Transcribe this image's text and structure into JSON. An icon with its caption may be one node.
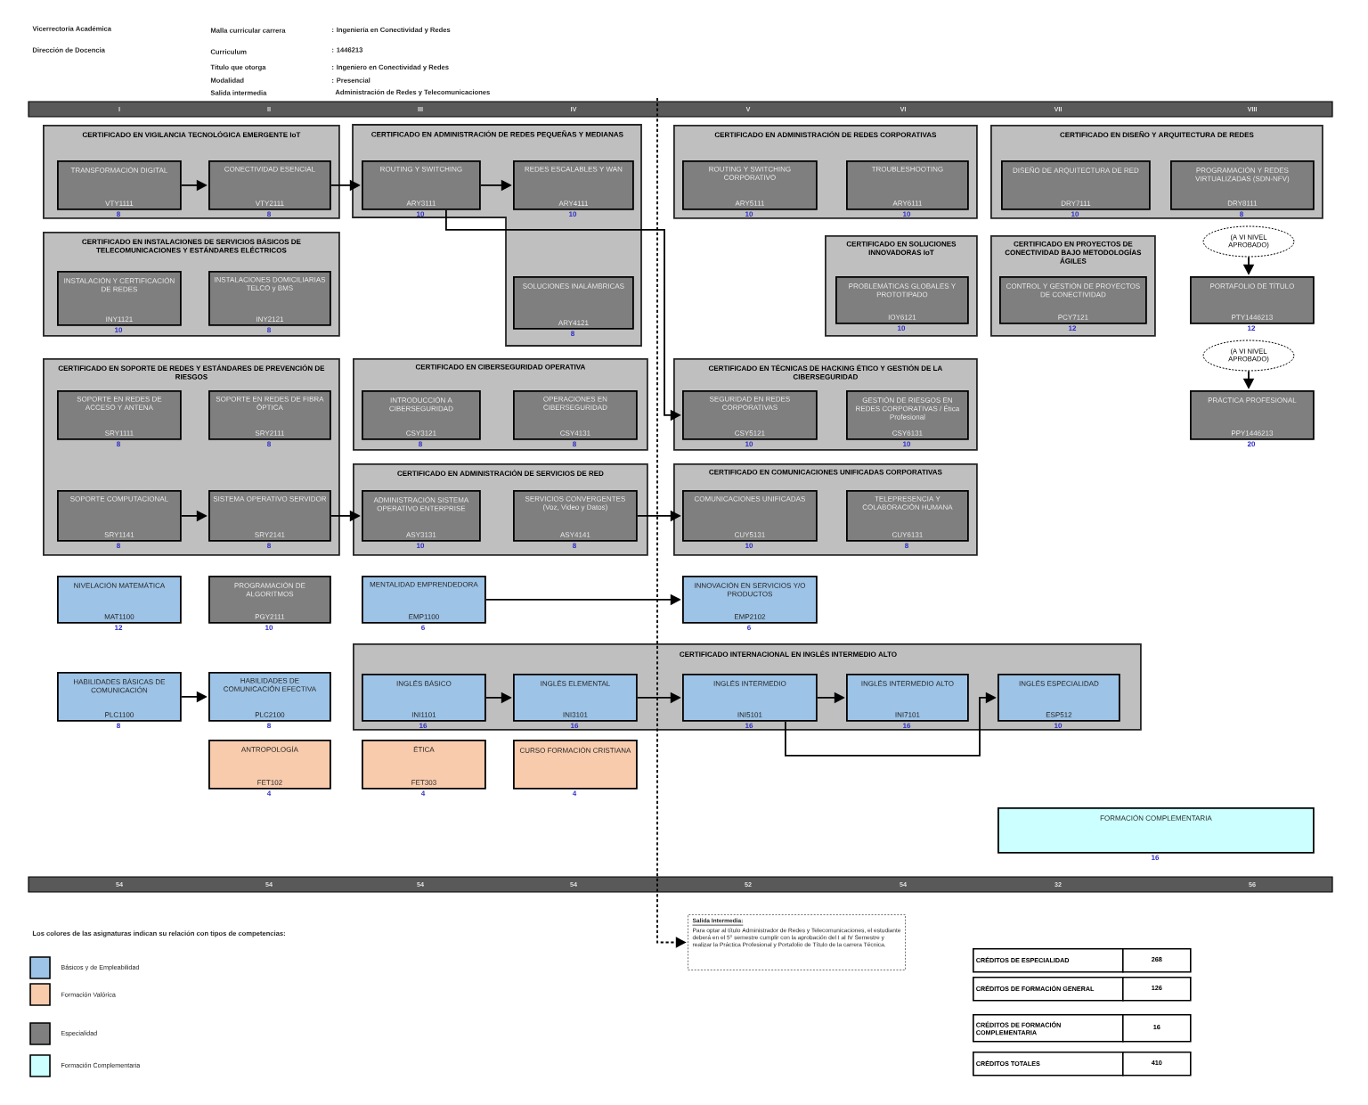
{
  "diagram": {
    "nodes": [
      {
        "text": [
          "CERTIFICADO EN VIGILANCIA TECNOLÓGICA EMERGENTE IoT"
        ]
      },
      {
        "text": [
          "TRANSFORMACIÓN DIGITAL",
          "VTY1111"
        ],
        "beside": [
          "8"
        ],
        "in": 0
      },
      {
        "text": [
          "CONECTIVIDAD ESENCIAL",
          "VTY2111"
        ],
        "beside": [
          "8"
        ],
        "in": 0
      },
      {
        "text": [
          "CERTIFICADO EN ADMINISTRACIÓN DE REDES PEQUEÑAS Y MEDIANAS"
        ]
      },
      {
        "text": [
          "ROUTING Y SWITCHING",
          "ARY3111"
        ],
        "beside": [
          "10"
        ],
        "in": 3
      },
      {
        "text": [
          "REDES ESCALABLES Y WAN",
          "ARY4111"
        ],
        "beside": [
          "10"
        ],
        "in": 3
      },
      {
        "text": [
          "CERTIFICADO EN ADMINISTRACIÓN DE REDES CORPORATIVAS"
        ]
      },
      {
        "text": [
          "ROUTING Y SWITCHING CORPORATIVO",
          "ARY5111"
        ],
        "beside": [
          "10"
        ],
        "in": 6
      },
      {
        "text": [
          "TROUBLESHOOTING",
          "ARY6111"
        ],
        "beside": [
          "10"
        ],
        "in": 6
      },
      {
        "text": [
          "CERTIFICADO EN DISEÑO Y ARQUITECTURA DE REDES"
        ]
      },
      {
        "text": [
          "DISEÑO DE ARQUITECTURA DE RED",
          "DRY7111"
        ],
        "beside": [
          "10"
        ],
        "in": 9
      },
      {
        "text": [
          "PROGRAMACIÓN Y REDES VIRTUALIZADAS (SDN-NFV)",
          "DRY8111"
        ],
        "beside": [
          "8"
        ],
        "in": 9
      },
      {
        "text": [
          "CERTIFICADO EN INSTALACIONES DE SERVICIOS BÁSICOS DE TELECOMUNICACIONES Y ESTÁNDARES ELÉCTRICOS"
        ]
      },
      {
        "text": [
          "INSTALACIÓN Y CERTIFICACIÓN DE REDES",
          "INY1121"
        ],
        "beside": [
          "10"
        ],
        "in": 12
      },
      {
        "text": [
          "INSTALACIONES DOMICILIARIAS TELCO y BMS",
          "INY2121"
        ],
        "beside": [
          "8"
        ],
        "in": 12
      },
      {
        "text": [
          "SOLUCIONES INALÁMBRICAS",
          "ARY4121"
        ],
        "beside": [
          "8"
        ],
        "in": 3
      },
      {
        "text": [
          "CERTIFICADO EN SOLUCIONES INNOVADORAS IoT"
        ]
      },
      {
        "text": [
          "PROBLEMÁTICAS GLOBALES Y PROTOTIPADO",
          "IOY6121"
        ],
        "beside": [
          "10"
        ],
        "in": 16
      },
      {
        "text": [
          "CERTIFICADO EN PROYECTOS DE CONECTIVIDAD BAJO METODOLOGÍAS ÁGILES"
        ]
      },
      {
        "text": [
          "CONTROL Y GESTIÓN DE PROYECTOS DE CONECTIVIDAD",
          "PCY7121"
        ],
        "beside": [
          "12"
        ],
        "in": 18
      },
      {
        "text": [
          "(A VI NIVEL APROBADO)"
        ]
      },
      {
        "text": [
          "PORTAFOLIO DE TÍTULO",
          "PTY1446213"
        ],
        "beside": [
          "12"
        ]
      },
      {
        "text": [
          "CERTIFICADO EN SOPORTE DE REDES Y ESTÁNDARES DE PREVENCIÓN DE RIESGOS"
        ]
      },
      {
        "text": [
          "SOPORTE EN REDES DE ACCESO Y ANTENA",
          "SRY1111"
        ],
        "beside": [
          "8"
        ],
        "in": 22
      },
      {
        "text": [
          "SOPORTE EN REDES DE FIBRA ÓPTICA",
          "SRY2111"
        ],
        "beside": [
          "8"
        ],
        "in": 22
      },
      {
        "text": [
          "CERTIFICADO EN CIBERSEGURIDAD OPERATIVA"
        ]
      },
      {
        "text": [
          "INTRODUCCIÓN A CIBERSEGURIDAD",
          "CSY3121"
        ],
        "beside": [
          "8"
        ],
        "in": 25
      },
      {
        "text": [
          "OPERACIONES EN CIBERSEGURIDAD",
          "CSY4131"
        ],
        "beside": [
          "8"
        ],
        "in": 25
      },
      {
        "text": [
          "CERTIFICADO EN TÉCNICAS DE HACKING ÉTICO Y GESTIÓN DE LA CIBERSEGURIDAD"
        ]
      },
      {
        "text": [
          "SEGURIDAD EN REDES CORPORATIVAS",
          "CSY5121"
        ],
        "beside": [
          "10"
        ],
        "in": 28
      },
      {
        "text": [
          "GESTIÓN DE RIESGOS EN REDES CORPORATIVAS / Ética Profesional",
          "CSY6131"
        ],
        "beside": [
          "10"
        ],
        "in": 28
      },
      {
        "text": [
          "(A VI NIVEL APROBADO)"
        ]
      },
      {
        "text": [
          "PRÁCTICA PROFESIONAL",
          "PPY1446213"
        ],
        "beside": [
          "20"
        ]
      },
      {
        "text": [
          "SOPORTE COMPUTACIONAL",
          "SRY1141"
        ],
        "beside": [
          "8"
        ],
        "in": 22
      },
      {
        "text": [
          "SISTEMA OPERATIVO SERVIDOR",
          "SRY2141"
        ],
        "beside": [
          "8"
        ],
        "in": 22
      },
      {
        "text": [
          "CERTIFICADO EN ADMINISTRACIÓN DE SERVICIOS DE RED"
        ]
      },
      {
        "text": [
          "ADMINISTRACIÓN SISTEMA OPERATIVO ENTERPRISE",
          "ASY3131"
        ],
        "beside": [
          "10"
        ],
        "in": 35
      },
      {
        "text": [
          "SERVICIOS CONVERGENTES (Voz, Video y Datos)",
          "ASY4141"
        ],
        "beside": [
          "8"
        ],
        "in": 35
      },
      {
        "text": [
          "CERTIFICADO EN COMUNICACIONES UNIFICADAS CORPORATIVAS"
        ]
      },
      {
        "text": [
          "COMUNICACIONES UNIFICADAS",
          "CUY5131"
        ],
        "beside": [
          "10"
        ],
        "in": 38
      },
      {
        "text": [
          "TELEPRESENCIA Y COLABORACIÓN HUMANA",
          "CUY6131"
        ],
        "beside": [
          "8"
        ],
        "in": 38
      },
      {
        "text": [
          "NIVELACIÓN MATEMÁTICA",
          "MAT1100"
        ],
        "beside": [
          "12"
        ]
      },
      {
        "text": [
          "PROGRAMACIÓN DE ALGORITMOS",
          "PGY2111"
        ],
        "beside": [
          "10"
        ]
      },
      {
        "text": [
          "MENTALIDAD EMPRENDEDORA",
          "EMP1100"
        ],
        "beside": [
          "6"
        ]
      },
      {
        "text": [
          "INNOVACIÓN EN SERVICIOS Y/O PRODUCTOS",
          "EMP2102"
        ],
        "beside": [
          "6"
        ]
      },
      {
        "text": [
          "HABILIDADES BÁSICAS DE COMUNICACIÓN",
          "PLC1100"
        ],
        "beside": [
          "8"
        ]
      },
      {
        "text": [
          "HABILIDADES DE COMUNICACIÓN EFECTIVA",
          "PLC2100"
        ],
        "beside": [
          "8"
        ]
      },
      {
        "text": [
          "CERTIFICADO INTERNACIONAL EN INGLÉS INTERMEDIO ALTO"
        ]
      },
      {
        "text": [
          "INGLÉS BÁSICO",
          "INI1101"
        ],
        "beside": [
          "16"
        ],
        "in": 47
      },
      {
        "text": [
          "INGLÉS ELEMENTAL",
          "INI3101"
        ],
        "beside": [
          "16"
        ],
        "in": 47
      },
      {
        "text": [
          "INGLÉS INTERMEDIO",
          "INI5101"
        ],
        "beside": [
          "16"
        ],
        "in": 47
      },
      {
        "text": [
          "INGLÉS INTERMEDIO ALTO",
          "INI7101"
        ],
        "beside": [
          "16"
        ],
        "in": 47
      },
      {
        "text": [
          "INGLÉS ESPECIALIDAD",
          "ESP512"
        ],
        "beside": [
          "10"
        ],
        "in": 47
      },
      {
        "text": [
          "ANTROPOLOGÍA",
          "FET102"
        ],
        "beside": [
          "4"
        ]
      },
      {
        "text": [
          "ÉTICA",
          "FET303"
        ],
        "beside": [
          "4"
        ]
      },
      {
        "text": [
          "CURSO FORMACIÓN CRISTIANA"
        ],
        "beside": [
          "4"
        ]
      },
      {
        "text": [
          "FORMACIÓN COMPLEMENTARIA"
        ],
        "beside": [
          "16"
        ]
      },
      {
        "text": [
          "Salida Intermedia:",
          "Para optar al título Administrador de Redes y Telecomunicaciones, el estudiante deberá en el 5° semestre cumplir con la aprobación del I al IV Semestre y realizar la Práctica Profesional y Portafolio de Título de la carrera Técnica."
        ]
      }
    ],
    "edges": [
      {
        "from": 1,
        "to": 2,
        "arrow": "to"
      },
      {
        "from": 2,
        "to": 4,
        "arrow": "to"
      },
      {
        "from": 4,
        "to": 5,
        "arrow": "to"
      },
      {
        "from": 4,
        "to": 29,
        "arrow": "to"
      },
      {
        "from": 20,
        "to": 21,
        "arrow": "to"
      },
      {
        "from": 31,
        "to": 32,
        "arrow": "to"
      },
      {
        "from": 33,
        "to": 34,
        "arrow": "to"
      },
      {
        "from": 34,
        "to": 36,
        "arrow": "to"
      },
      {
        "from": 37,
        "to": 39,
        "arrow": "to"
      },
      {
        "from": 43,
        "to": 44,
        "arrow": "to"
      },
      {
        "from": 45,
        "to": 46,
        "arrow": "to"
      },
      {
        "from": 48,
        "to": 49,
        "arrow": "to"
      },
      {
        "from": 49,
        "to": 50,
        "arrow": "to"
      },
      {
        "from": 50,
        "to": 51,
        "arrow": "to"
      },
      {
        "from": 50,
        "to": 52,
        "arrow": "to"
      },
      {
        "from": null,
        "to": 57,
        "arrow": "to",
        "style": "dashed"
      }
    ],
    "labels": [
      "Vicerrectoría Académica",
      "Malla curricular carrera",
      ": Ingeniería en Conectividad y Redes",
      "Dirección de Docencia",
      "Curriculum",
      ": 1446213",
      "Título que otorga",
      ": Ingeniero en Conectividad y Redes",
      "Modalidad",
      ": Presencial",
      "Salida intermedia",
      "Administración de Redes y Telecomunicaciones",
      "I",
      "II",
      "III",
      "IV",
      "V",
      "VI",
      "VII",
      "VIII",
      "54",
      "54",
      "54",
      "54",
      "52",
      "54",
      "32",
      "56",
      "Los colores de las asignaturas indican su relación con tipos de competencias:",
      "CRÉDITOS DE ESPECIALIDAD",
      "268",
      "CRÉDITOS DE FORMACIÓN GENERAL",
      "126",
      "CRÉDITOS DE FORMACIÓN COMPLEMENTARIA",
      "16",
      "CRÉDITOS TOTALES",
      "410"
    ],
    "legend": [
      {
        "text": "Básicos y de Empleabilidad",
        "color": "#9dc3e6"
      },
      {
        "text": "Formación Valórica",
        "color": "#f8cbad"
      },
      {
        "text": "Especialidad",
        "color": "#7f7f7f"
      },
      {
        "text": "Formación Complementaria",
        "color": "#ccffff"
      }
    ]
  }
}
